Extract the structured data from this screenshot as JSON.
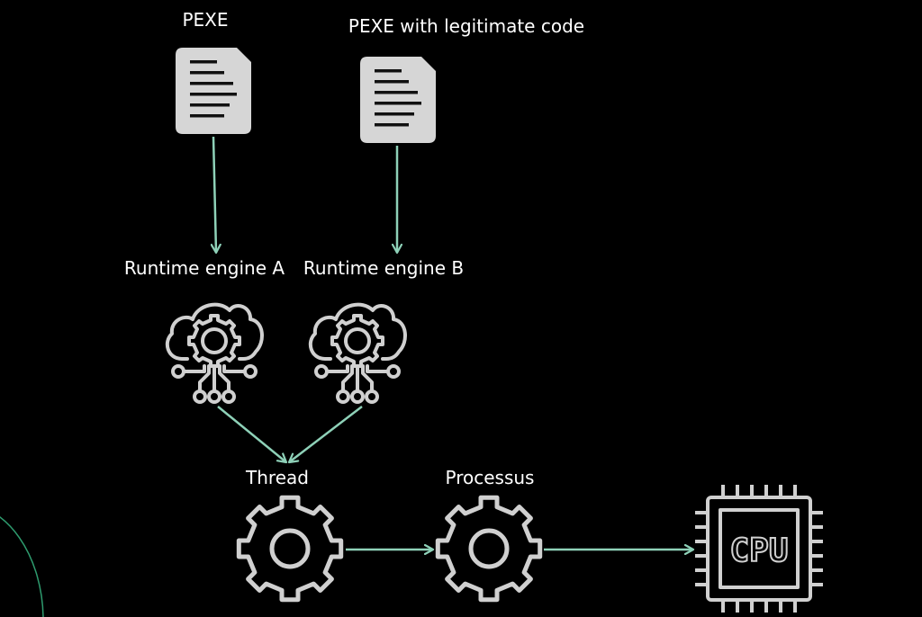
{
  "colors": {
    "background": "#000000",
    "arrow": "#8ed1b8",
    "icon_stroke": "#d0d0d0",
    "document_fill": "#d6d6d6",
    "document_lines": "#111111",
    "text": "#ffffff"
  },
  "nodes": {
    "pexe": {
      "label": "PEXE",
      "icon": "document-icon"
    },
    "pexe_legit": {
      "label": "PEXE with legitimate code",
      "icon": "document-icon"
    },
    "engine_a": {
      "label": "Runtime engine A",
      "icon": "cloud-gear-circuit-icon"
    },
    "engine_b": {
      "label": "Runtime engine B",
      "icon": "cloud-gear-circuit-icon"
    },
    "thread": {
      "label": "Thread",
      "icon": "gear-icon"
    },
    "processus": {
      "label": "Processus",
      "icon": "gear-icon"
    },
    "cpu": {
      "label": "CPU",
      "icon": "cpu-chip-icon"
    }
  },
  "edges": [
    {
      "from": "pexe",
      "to": "engine_a"
    },
    {
      "from": "pexe_legit",
      "to": "engine_b"
    },
    {
      "from": "engine_a",
      "to": "thread"
    },
    {
      "from": "engine_b",
      "to": "thread"
    },
    {
      "from": "thread",
      "to": "processus"
    },
    {
      "from": "processus",
      "to": "cpu"
    }
  ]
}
